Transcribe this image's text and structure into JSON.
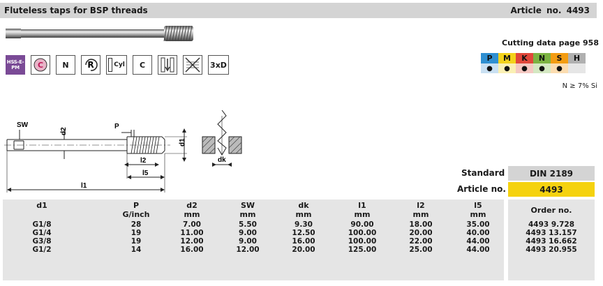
{
  "header": {
    "title": "Fluteless taps for BSP threads",
    "article_label": "Article no.",
    "article_number": "4493"
  },
  "cutting_data": "Cutting data page 958",
  "badges": [
    {
      "name": "hss-e-pm-badge",
      "text": "HSS-E-PM"
    },
    {
      "name": "coated-badge",
      "text": "C"
    },
    {
      "name": "type-n-badge",
      "text": "N"
    },
    {
      "name": "right-hand-badge",
      "text": "R"
    },
    {
      "name": "cylindrical-shank-badge",
      "text": "Cyl"
    },
    {
      "name": "chamfer-c-badge",
      "text": "C"
    },
    {
      "name": "internal-coolant-icon",
      "text": ""
    },
    {
      "name": "no-coolant-icon",
      "text": ""
    },
    {
      "name": "depth-3xd-badge",
      "text": "3xD"
    }
  ],
  "materials": {
    "letters": [
      "P",
      "M",
      "K",
      "N",
      "S",
      "H"
    ],
    "colors": [
      "#2f8fd1",
      "#f3d21b",
      "#e1473b",
      "#7cb342",
      "#f39c12",
      "#b0b0b0"
    ],
    "dot_colors": [
      "#c9e0f2",
      "#faf0b4",
      "#f4c8c2",
      "#d4e8c2",
      "#fbdcb0",
      "#e6e6e6"
    ],
    "dots": [
      "●",
      "●",
      "●",
      "●",
      "●",
      ""
    ],
    "note": "N ≥ 7% Si"
  },
  "drawing": {
    "sw": "SW",
    "p": "P",
    "d2": "d2",
    "d1": "d1",
    "l2": "l2",
    "l5": "l5",
    "l1": "l1",
    "dk": "dk"
  },
  "standard": {
    "label": "Standard",
    "value": "DIN 2189",
    "article_label": "Article no.",
    "article_value": "4493",
    "box_color": "#d4d4d4",
    "article_color": "#f5d20f"
  },
  "table": {
    "columns": [
      {
        "name": "d1",
        "unit": ""
      },
      {
        "name": "P",
        "unit": "G/inch"
      },
      {
        "name": "d2",
        "unit": "mm"
      },
      {
        "name": "SW",
        "unit": "mm"
      },
      {
        "name": "dk",
        "unit": "mm"
      },
      {
        "name": "l1",
        "unit": "mm"
      },
      {
        "name": "l2",
        "unit": "mm"
      },
      {
        "name": "l5",
        "unit": "mm"
      }
    ],
    "order_header": "Order no.",
    "rows": [
      {
        "cells": [
          "G1/8",
          "28",
          "7.00",
          "5.50",
          "9.30",
          "90.00",
          "18.00",
          "35.00"
        ],
        "order": "4493 9.728"
      },
      {
        "cells": [
          "G1/4",
          "19",
          "11.00",
          "9.00",
          "12.50",
          "100.00",
          "20.00",
          "40.00"
        ],
        "order": "4493 13.157"
      },
      {
        "cells": [
          "G3/8",
          "19",
          "12.00",
          "9.00",
          "16.00",
          "100.00",
          "22.00",
          "44.00"
        ],
        "order": "4493 16.662"
      },
      {
        "cells": [
          "G1/2",
          "14",
          "16.00",
          "12.00",
          "20.00",
          "125.00",
          "25.00",
          "44.00"
        ],
        "order": "4493 20.955"
      }
    ]
  }
}
